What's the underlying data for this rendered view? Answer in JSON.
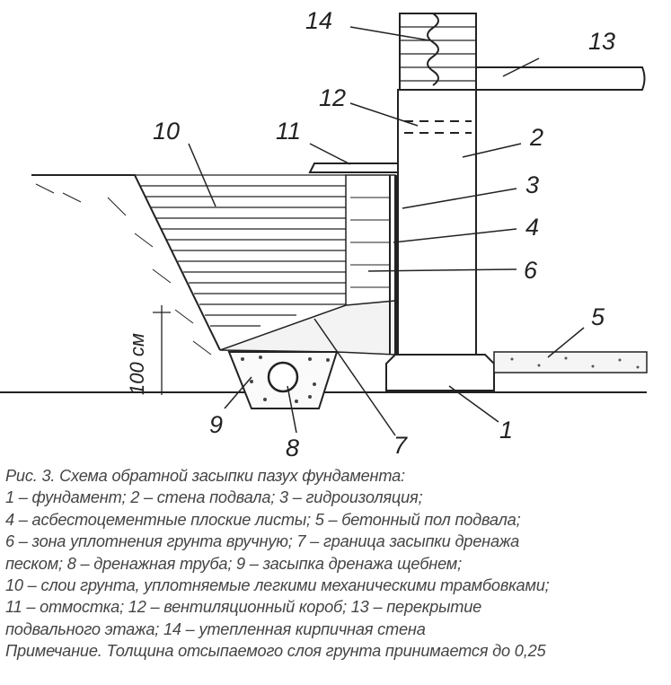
{
  "diagram": {
    "labels": [
      "1",
      "2",
      "3",
      "4",
      "5",
      "6",
      "7",
      "8",
      "9",
      "10",
      "11",
      "12",
      "13",
      "14"
    ],
    "dimension": "100 см"
  },
  "caption": {
    "lines": [
      "Рис. 3. Схема обратной засыпки пазух фундамента:",
      "1 – фундамент; 2 – стена подвала; 3 – гидроизоляция;",
      "4 – асбестоцементные плоские листы; 5 – бетонный пол подвала;",
      "6 – зона уплотнения грунта вручную; 7 – граница засыпки дренажа",
      "песком; 8 – дренажная труба; 9 – засыпка дренажа щебнем;",
      "10 – слои грунта, уплотняемые легкими механическими трамбовками;",
      "11 – отмостка; 12 – вентиляционный короб; 13 – перекрытие",
      "подвального этажа; 14 – утепленная кирпичная стена",
      "Примечание. Толщина отсыпаемого слоя грунта принимается до 0,25"
    ]
  }
}
